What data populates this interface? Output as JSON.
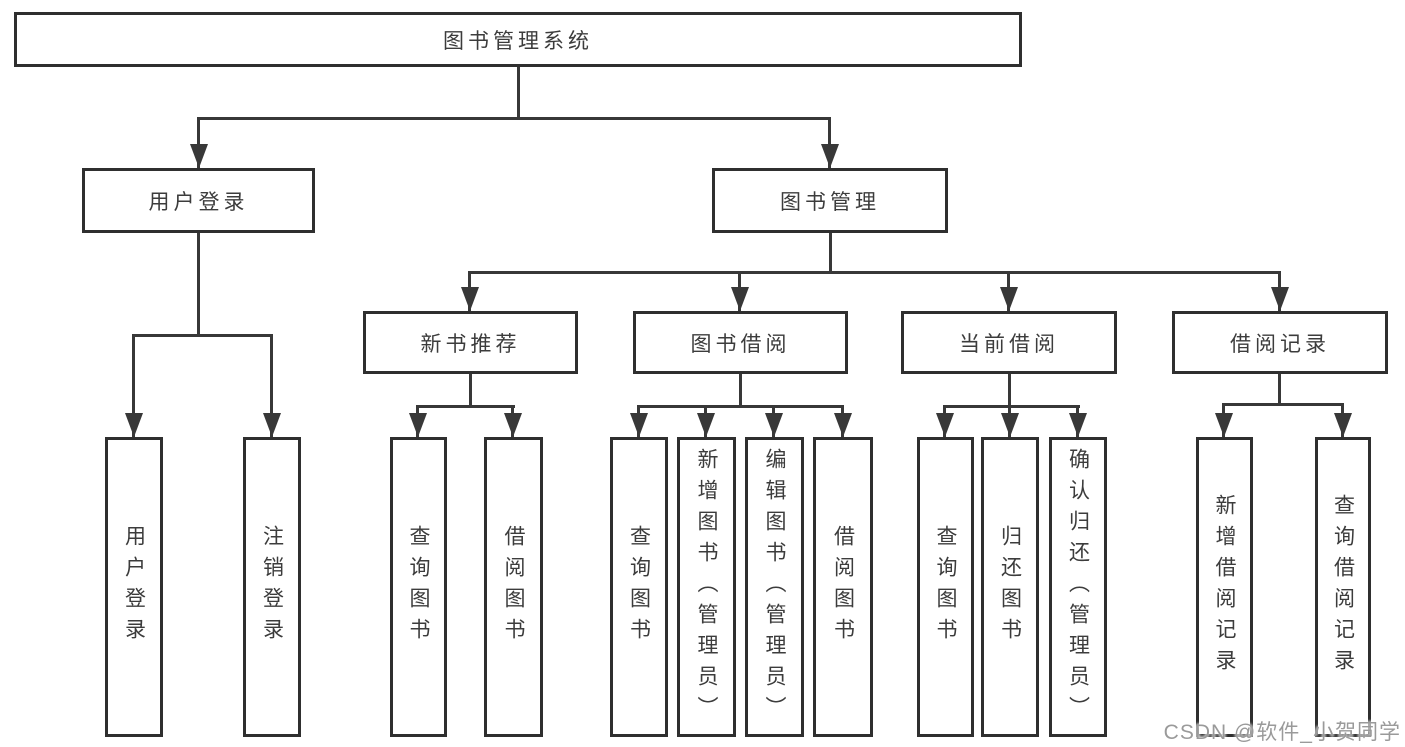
{
  "diagram": {
    "root": {
      "label": "图书管理系统"
    },
    "level2": [
      {
        "id": "user-login",
        "label": "用户登录"
      },
      {
        "id": "book-management",
        "label": "图书管理"
      }
    ],
    "level3": [
      {
        "id": "new-book-recommend",
        "label": "新书推荐"
      },
      {
        "id": "book-borrow",
        "label": "图书借阅"
      },
      {
        "id": "current-borrow",
        "label": "当前借阅"
      },
      {
        "id": "borrow-records",
        "label": "借阅记录"
      }
    ],
    "leaves": {
      "user_login": [
        {
          "label": "用户登录"
        },
        {
          "label": "注销登录"
        }
      ],
      "new_book_recommend": [
        {
          "label": "查询图书"
        },
        {
          "label": "借阅图书"
        }
      ],
      "book_borrow": [
        {
          "label": "查询图书"
        },
        {
          "label": "新增图书（管理员）"
        },
        {
          "label": "编辑图书（管理员）"
        },
        {
          "label": "借阅图书"
        }
      ],
      "current_borrow": [
        {
          "label": "查询图书"
        },
        {
          "label": "归还图书"
        },
        {
          "label": "确认归还（管理员）"
        }
      ],
      "borrow_records": [
        {
          "label": "新增借阅记录"
        },
        {
          "label": "查询借阅记录"
        }
      ]
    },
    "watermark": "CSDN @软件_小贺同学",
    "colors": {
      "line": "#383838",
      "border": "#2f2f2f",
      "text": "#3c3c3c",
      "background": "#ffffff",
      "watermark": "#9a9a9a"
    }
  }
}
